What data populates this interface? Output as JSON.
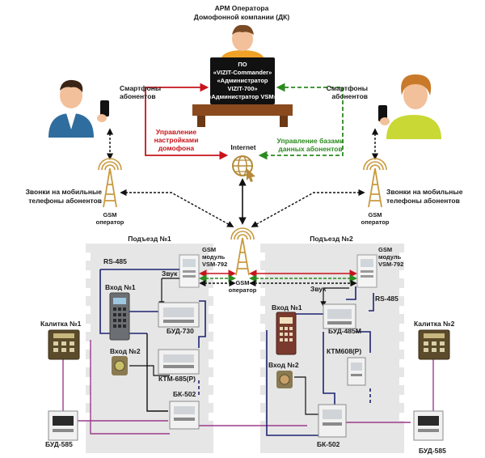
{
  "operator": {
    "title_line1": "АРМ Оператора",
    "title_line2": "Домофонной компании (ДК)",
    "software_lines": [
      "ПО",
      "«VIZIT-Commander»",
      "«Администратор",
      "VIZIT-700»",
      "«Администратор VSM»"
    ]
  },
  "control": {
    "settings_lines": [
      "Управление",
      "настройками",
      "домофона"
    ],
    "database_lines": [
      "Управление базами",
      "данных абонентов"
    ]
  },
  "internet_label": "Internet",
  "smartphones": {
    "left_lines": [
      "Смартфоны",
      "абонентов"
    ],
    "right_lines": [
      "Смартфоны",
      "абонентов"
    ]
  },
  "mobile_calls": {
    "left_lines": [
      "Звонки на мобильные",
      "телефоны абонентов"
    ],
    "right_lines": [
      "Звонки на мобильные",
      "телефоны абонентов"
    ]
  },
  "gsm_operator_lines": [
    "GSM",
    "оператор"
  ],
  "entrances": {
    "left_title": "Подъезд №1",
    "right_title": "Подъезд №2"
  },
  "gsm_module_lines": [
    "GSM",
    "модуль",
    "VSM-792"
  ],
  "labels": {
    "rs485": "RS-485",
    "sound": "Звук",
    "entry1": "Вход №1",
    "entry2": "Вход №2",
    "bud730": "БУД-730",
    "bud485m": "БУД-485М",
    "ktm685": "КТМ-685(Р)",
    "ktm608": "КТМ608(Р)",
    "bk502": "БК-502",
    "gate1": "Калитка №1",
    "gate2": "Калитка №2",
    "bud585": "БУД-585"
  },
  "colors": {
    "control_red": "#c8141c",
    "control_green": "#2b8a1e",
    "line_navy": "#1f2470",
    "line_purple": "#9b3b8c",
    "building_gray": "#e8e8e8"
  }
}
